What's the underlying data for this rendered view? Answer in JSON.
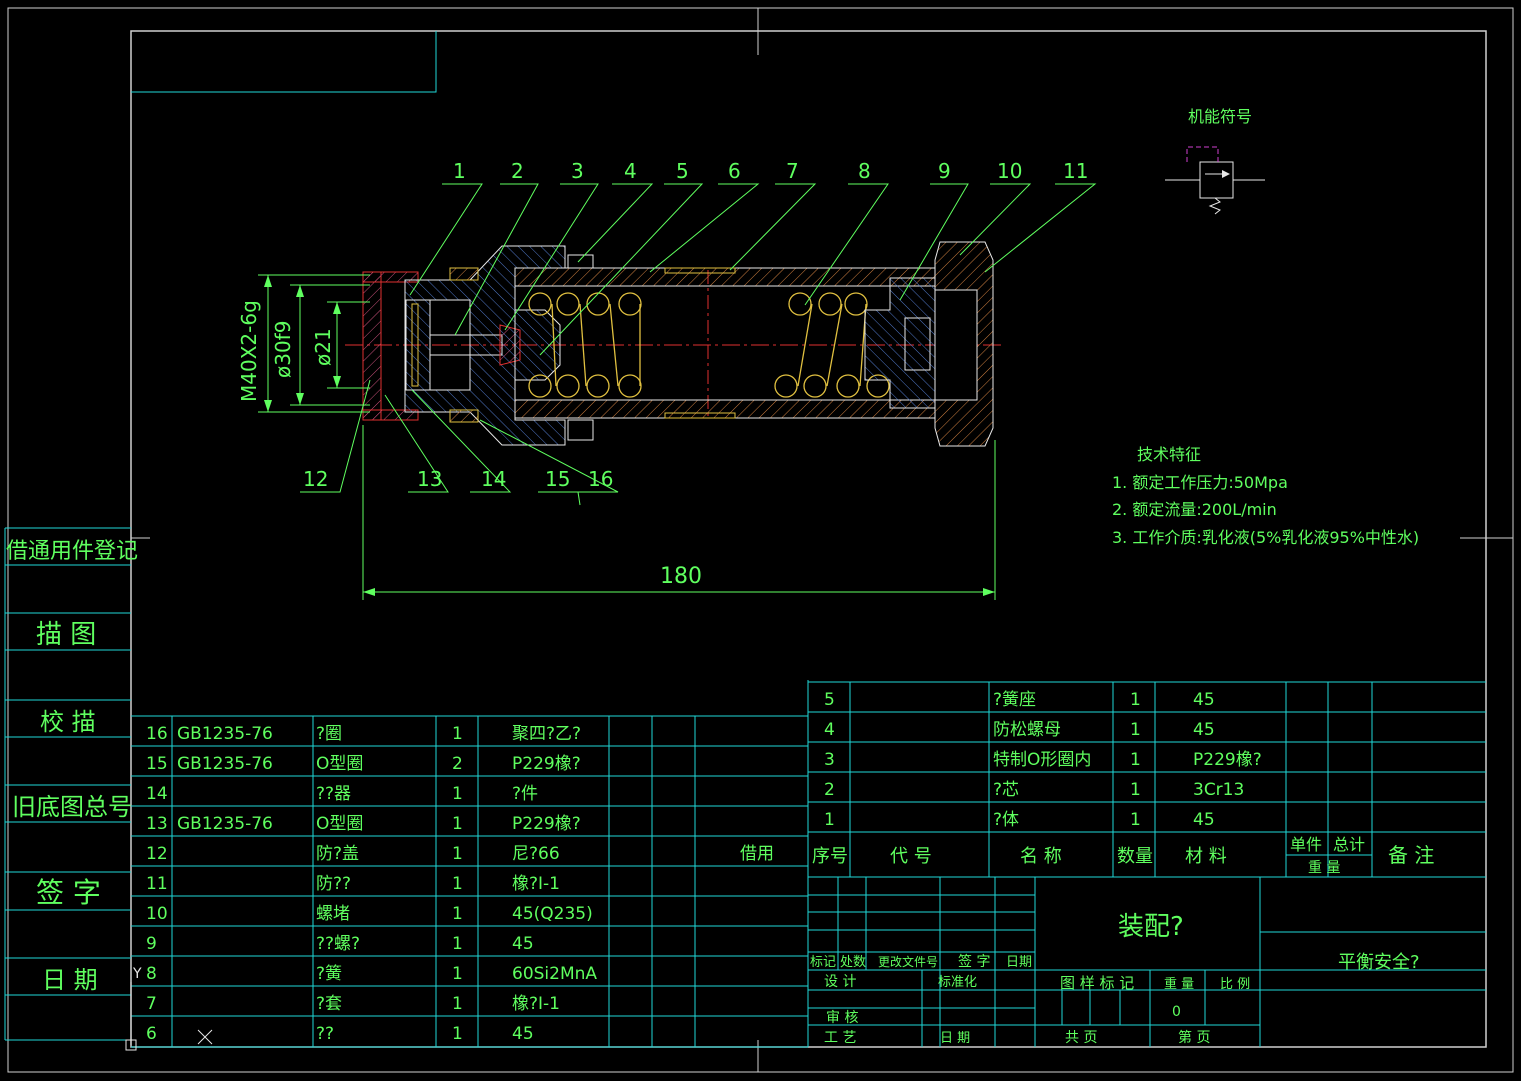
{
  "func_symbol_title": "机能符号",
  "balloons": [
    "1",
    "2",
    "3",
    "4",
    "5",
    "6",
    "7",
    "8",
    "9",
    "10",
    "11",
    "12",
    "13",
    "14",
    "15",
    "16"
  ],
  "dims": {
    "thread": "M40X2-6g",
    "d30": "ø30f9",
    "d21": "ø21",
    "length": "180"
  },
  "tech": {
    "title": "技术特征",
    "lines": [
      "1. 额定工作压力:50Mpa",
      "2. 额定流量:200L/min",
      "3. 工作介质:乳化液(5%乳化液95%中性水)"
    ]
  },
  "left_strip": [
    "借通用件登记",
    "描 图",
    "校 描",
    "旧底图总号",
    "签 字",
    "日 期"
  ],
  "bom_left": [
    [
      "16",
      "GB1235-76",
      "?圈",
      "1",
      "聚四?乙?",
      ""
    ],
    [
      "15",
      "GB1235-76",
      "O型圈",
      "2",
      "P229橡?",
      ""
    ],
    [
      "14",
      "",
      "??器",
      "1",
      "?件",
      ""
    ],
    [
      "13",
      "GB1235-76",
      "O型圈",
      "1",
      "P229橡?",
      ""
    ],
    [
      "12",
      "",
      "防?盖",
      "1",
      "尼?66",
      "借用"
    ],
    [
      "11",
      "",
      "防??",
      "1",
      "橡?I-1",
      ""
    ],
    [
      "10",
      "",
      "螺堵",
      "1",
      "45(Q235)",
      ""
    ],
    [
      "9",
      "",
      "??螺?",
      "1",
      "45",
      ""
    ],
    [
      "8",
      "",
      "?簧",
      "1",
      "60Si2MnA",
      ""
    ],
    [
      "7",
      "",
      "?套",
      "1",
      "橡?I-1",
      ""
    ],
    [
      "6",
      "",
      "??",
      "1",
      "45",
      ""
    ]
  ],
  "bom_right": [
    [
      "5",
      "",
      "?簧座",
      "1",
      "45"
    ],
    [
      "4",
      "",
      "防松螺母",
      "1",
      "45"
    ],
    [
      "3",
      "",
      "特制O形圈内",
      "1",
      "P229橡?"
    ],
    [
      "2",
      "",
      "?芯",
      "1",
      "3Cr13"
    ],
    [
      "1",
      "",
      "?体",
      "1",
      "45"
    ]
  ],
  "bom_header": {
    "seq": "序号",
    "code": "代 号",
    "name": "名 称",
    "qty": "数量",
    "mat": "材 料",
    "unit": "单件",
    "total": "总计",
    "weight": "重 量",
    "note": "备 注"
  },
  "title_block": {
    "drawing_name": "装配?",
    "product_name": "平衡安全?",
    "mark": "标记",
    "count": "处数",
    "change_doc": "更改文件号",
    "sign": "签 字",
    "date": "日期",
    "design": "设 计",
    "standard": "标准化",
    "check": "审 核",
    "process": "工 艺",
    "date2": "日 期",
    "sample_mark": "图 样 标 记",
    "weight": "重 量",
    "scale": "比 例",
    "weight_val": "0",
    "total_pages": "共 页",
    "page_no": "第 页"
  },
  "ucs_y": "Y"
}
